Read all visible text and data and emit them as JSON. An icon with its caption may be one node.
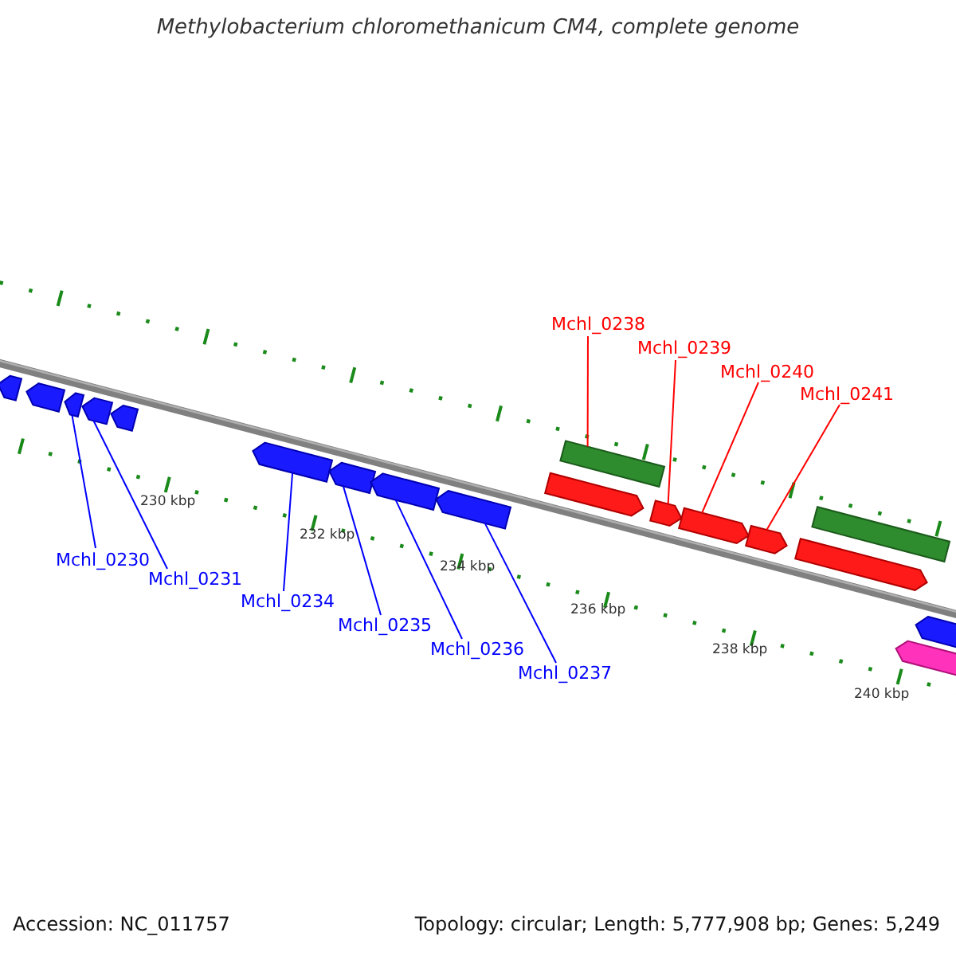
{
  "diagram": {
    "title": "Methylobacterium chloromethanicum CM4, complete genome",
    "nodes": [
      {
        "text": [
          "Mchl_0230"
        ]
      },
      {
        "text": [
          "Mchl_0231"
        ]
      },
      {
        "text": [
          "Mchl_0234"
        ]
      },
      {
        "text": [
          "Mchl_0235"
        ]
      },
      {
        "text": [
          "Mchl_0236"
        ]
      },
      {
        "text": [
          "Mchl_0237"
        ]
      },
      {
        "text": [
          "Mchl_0238"
        ]
      },
      {
        "text": [
          "Mchl_0239"
        ]
      },
      {
        "text": [
          "Mchl_0240"
        ]
      },
      {
        "text": [
          "Mchl_0241"
        ]
      },
      {
        "text": [],
        "shape": "arrow"
      },
      {
        "text": [],
        "shape": "arrow"
      },
      {
        "text": [],
        "shape": "arrow"
      },
      {
        "text": [],
        "shape": "arrow"
      },
      {
        "text": [],
        "shape": "arrow"
      },
      {
        "text": [],
        "shape": "arrow"
      },
      {
        "text": [],
        "shape": "arrow"
      },
      {
        "text": [],
        "shape": "arrow"
      },
      {
        "text": [],
        "shape": "arrow"
      },
      {
        "text": [],
        "shape": "arrow"
      },
      {
        "text": [],
        "shape": "bar"
      },
      {
        "text": [],
        "shape": "arrow"
      },
      {
        "text": [],
        "shape": "arrow"
      },
      {
        "text": [],
        "shape": "arrow"
      },
      {
        "text": [],
        "shape": "arrow"
      },
      {
        "text": [],
        "shape": "bar"
      },
      {
        "text": [],
        "shape": "arrow"
      },
      {
        "text": [],
        "shape": "arrow"
      }
    ],
    "edges": [
      {
        "from": 0,
        "to": 12,
        "arrow": "none"
      },
      {
        "from": 1,
        "to": 13,
        "arrow": "none"
      },
      {
        "from": 2,
        "to": 15,
        "arrow": "none"
      },
      {
        "from": 3,
        "to": 16,
        "arrow": "none"
      },
      {
        "from": 4,
        "to": 17,
        "arrow": "none"
      },
      {
        "from": 5,
        "to": 18,
        "arrow": "none"
      },
      {
        "from": 6,
        "to": 20,
        "arrow": "none",
        "color": "#ff0000"
      },
      {
        "from": 7,
        "to": 21,
        "arrow": "none",
        "color": "#ff0000"
      },
      {
        "from": 8,
        "to": 22,
        "arrow": "none",
        "color": "#ff0000"
      },
      {
        "from": 9,
        "to": 23,
        "arrow": "none",
        "color": "#ff0000"
      }
    ],
    "labels": [
      "230 kbp",
      "232 kbp",
      "234 kbp",
      "236 kbp",
      "238 kbp",
      "240 kbp",
      "Accession: NC_011757",
      "Topology: circular; Length: 5,777,908 bp; Genes: 5,249"
    ]
  }
}
